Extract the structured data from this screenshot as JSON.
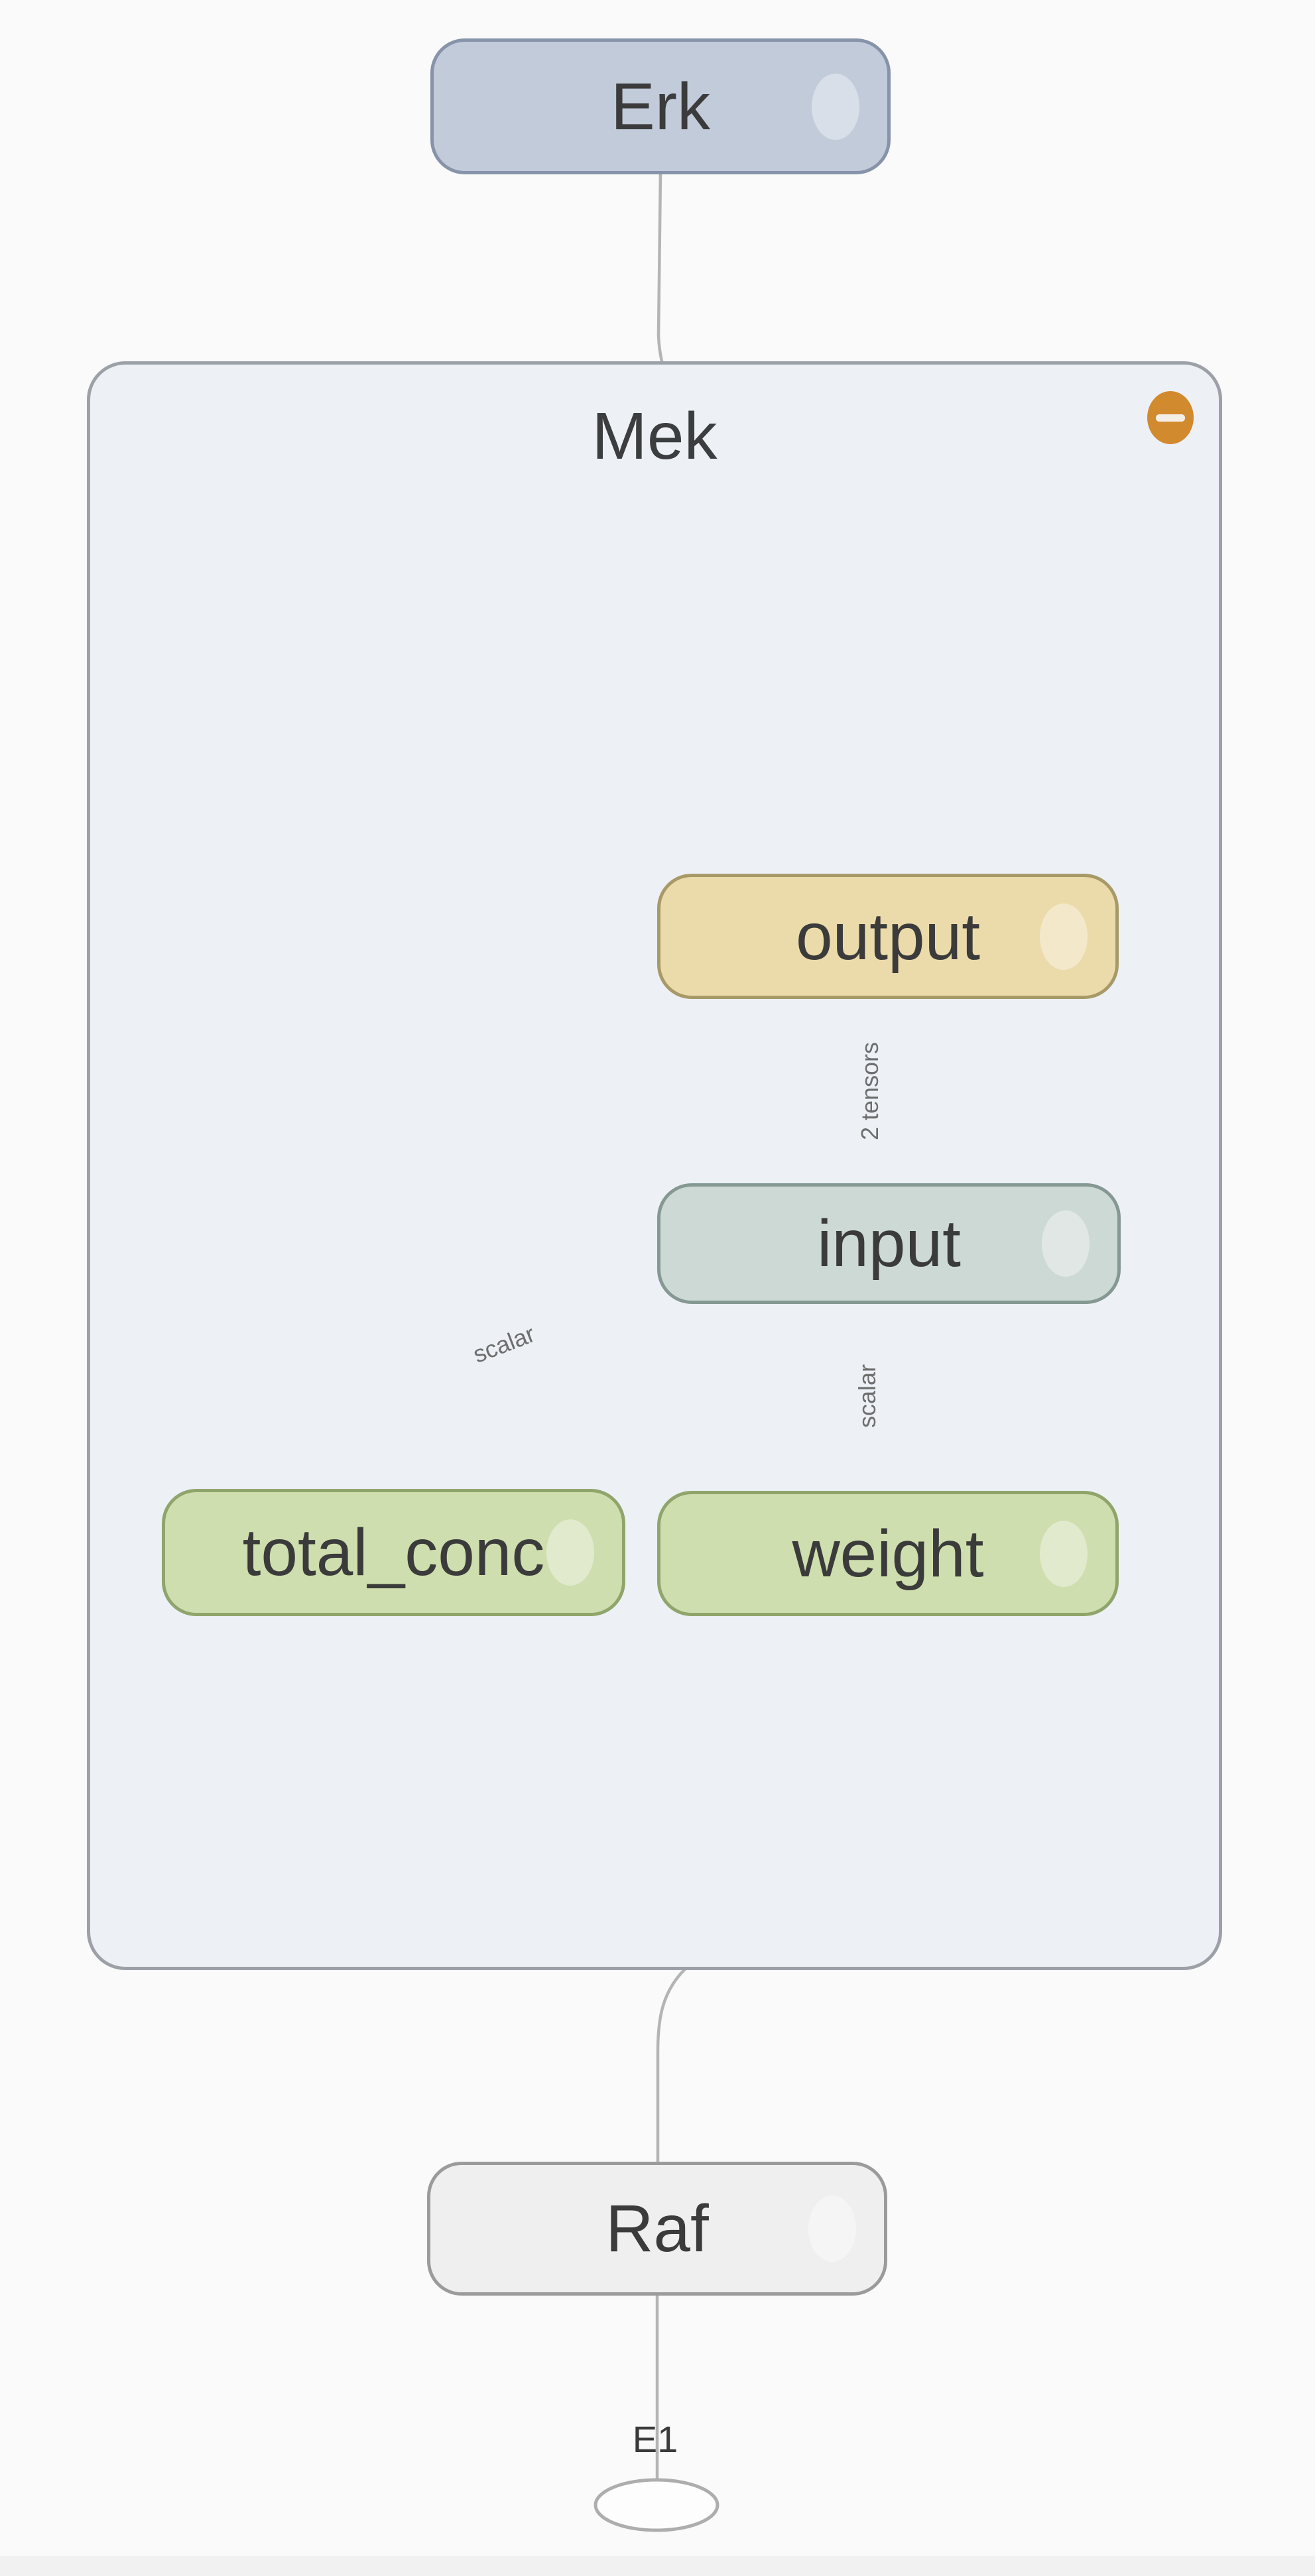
{
  "graph": {
    "nodes": {
      "erk": {
        "label": "Erk",
        "kind": "namespace"
      },
      "mek": {
        "label": "Mek",
        "kind": "namespace-expanded"
      },
      "output": {
        "label": "output",
        "kind": "op"
      },
      "input": {
        "label": "input",
        "kind": "op"
      },
      "total_conc": {
        "label": "total_conc",
        "kind": "op"
      },
      "weight": {
        "label": "weight",
        "kind": "op"
      },
      "raf": {
        "label": "Raf",
        "kind": "namespace"
      },
      "e1": {
        "label": "E1",
        "kind": "op-ellipse"
      }
    },
    "edge_labels": {
      "output_to_input": "2 tensors",
      "input_to_total_conc": "scalar",
      "input_to_weight": "scalar"
    },
    "icons": {
      "collapse": "minus-in-circle"
    },
    "colors": {
      "background": "#fafafa",
      "group_fill": "#edf1f6",
      "group_border": "#9ca1a8",
      "erk_fill": "#c1cbda",
      "erk_border": "#8693a9",
      "output_fill": "#ecdbaa",
      "output_border": "#a89a68",
      "input_fill": "#cdd9d5",
      "input_border": "#859892",
      "green_fill": "#cfdeae",
      "green_border": "#8fa56b",
      "raf_fill": "#efefef",
      "raf_border": "#9b9b9b",
      "edge": "#b3b4b6",
      "edge_label": "#6e6e6e",
      "node_text": "#3b3b3b",
      "collapse_button": "#d28a2e"
    }
  }
}
